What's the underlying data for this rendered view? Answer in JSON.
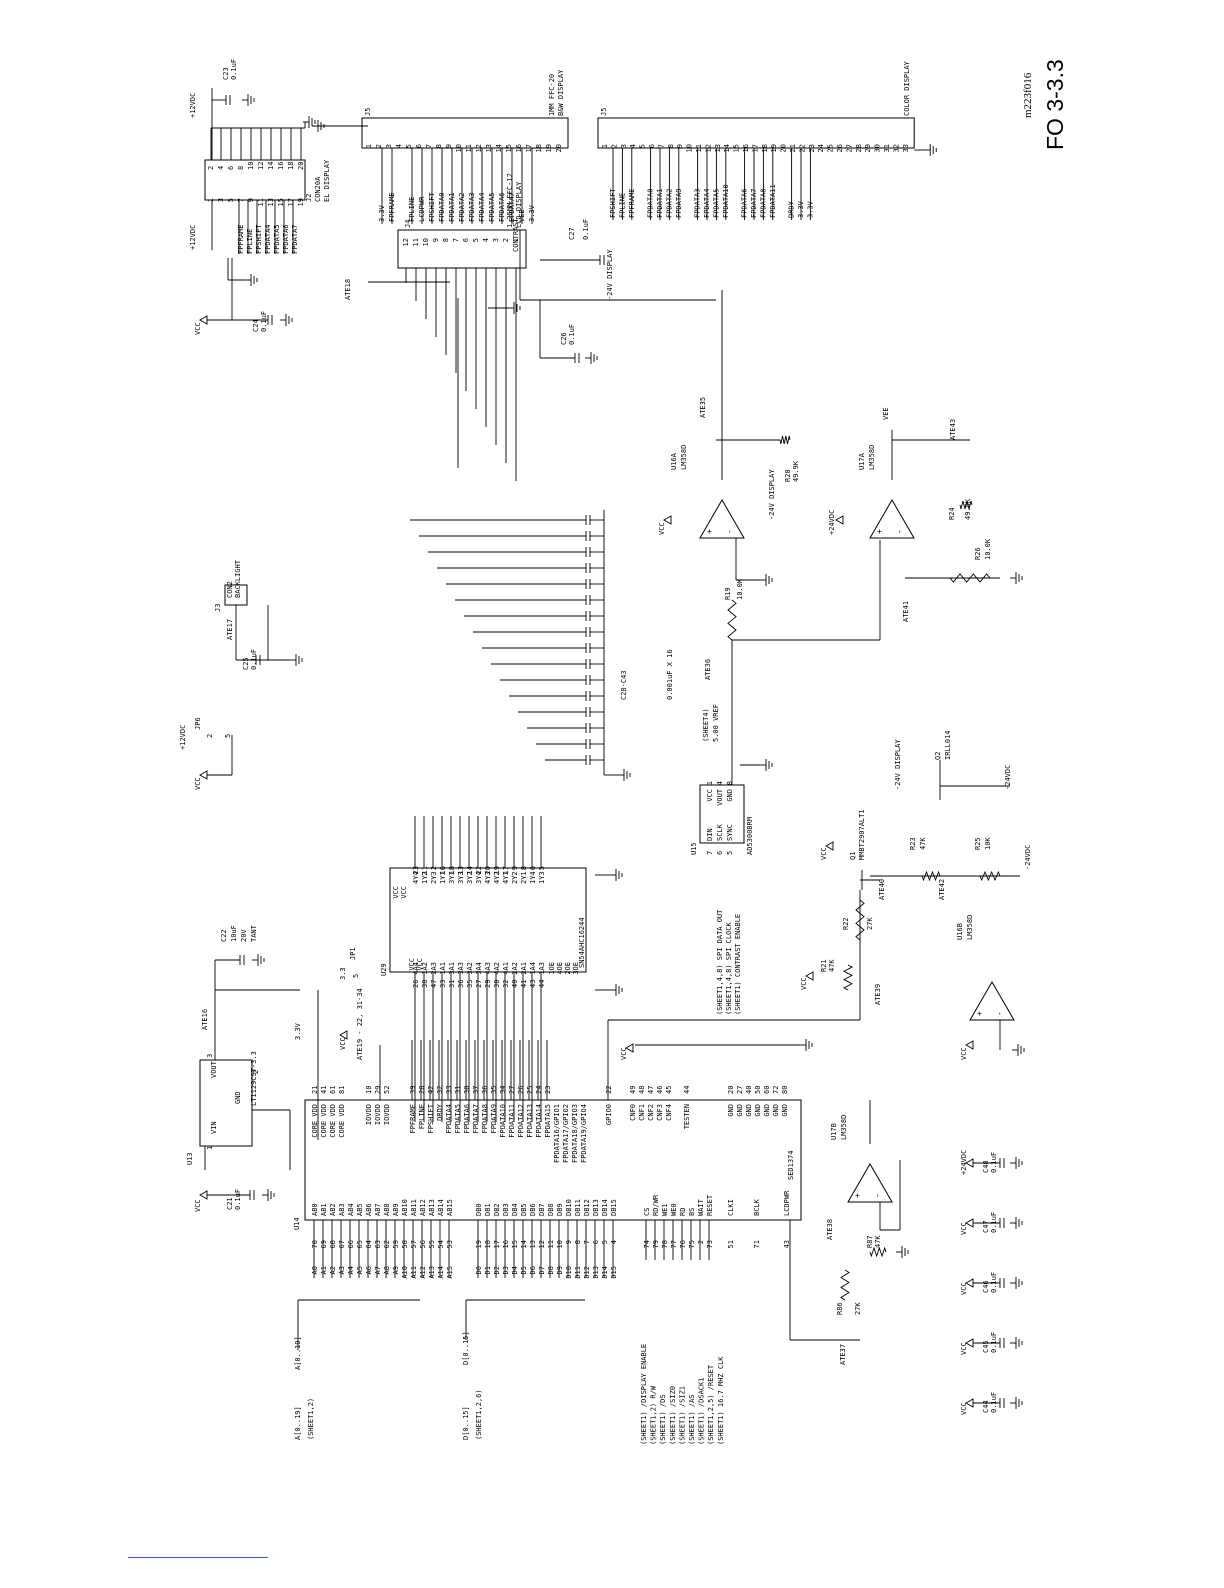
{
  "figure_id": "FO 3-3.3",
  "doc_id": "m223f016",
  "components": {
    "j2": {
      "ref": "J2",
      "part": "CON20A",
      "desc": "EL DISPLAY",
      "left_pins": [
        "1",
        "3",
        "5",
        "7",
        "9",
        "11",
        "13",
        "15",
        "17",
        "19"
      ],
      "right_pins": [
        "2",
        "4",
        "6",
        "8",
        "10",
        "12",
        "14",
        "16",
        "18",
        "20"
      ],
      "nets": [
        "FPFRAME",
        "FPLINE",
        "FPSHIFT",
        "FPDATA4",
        "FPDATA5",
        "FPDATA6",
        "FPDATA7"
      ]
    },
    "j5_bw": {
      "ref": "J5",
      "part": "1MM FFC-20",
      "desc": "B&W DISPLAY",
      "pins": [
        "1",
        "2",
        "3",
        "4",
        "5",
        "6",
        "7",
        "8",
        "9",
        "10",
        "11",
        "12",
        "13",
        "14",
        "15",
        "16",
        "17",
        "18",
        "19",
        "20"
      ],
      "nets": [
        "3.3V",
        "FPFRAME",
        "",
        "FPLINE",
        "LCDPWR",
        "FPSHIFT",
        "FPDATA0",
        "FPDATA1",
        "FPDATA2",
        "FPDATA3",
        "FPDATA4",
        "FPDATA5",
        "FPDATA6",
        "FPDATA7",
        "VEE",
        "3.3V"
      ]
    },
    "j5_color": {
      "ref": "J5",
      "desc": "COLOR DISPLAY",
      "pins": [
        "1",
        "2",
        "3",
        "4",
        "5",
        "6",
        "7",
        "8",
        "9",
        "10",
        "11",
        "12",
        "13",
        "14",
        "15",
        "16",
        "17",
        "18",
        "19",
        "20",
        "21",
        "22",
        "23",
        "24",
        "25",
        "26",
        "27",
        "28",
        "29",
        "30",
        "31",
        "32",
        "33"
      ],
      "nets": [
        "FPSHIFT",
        "FPLINE",
        "FPFRAME",
        "",
        "FPDATA0",
        "FPDATA1",
        "FPDATA2",
        "FPDATA9",
        "",
        "FPDATA3",
        "FPDATA4",
        "FPDATA5",
        "FPDATA10",
        "",
        "FPDATA6",
        "FPDATA7",
        "FPDATA8",
        "FPDATA11",
        "",
        "DRDY",
        "3.3V",
        "3.3V"
      ]
    },
    "j4": {
      "ref": "J4",
      "part": "1.25MM FFC-12",
      "desc": "LCD DISPLAY",
      "pins": [
        "12",
        "11",
        "10",
        "9",
        "8",
        "7",
        "6",
        "5",
        "4",
        "3",
        "2",
        "1"
      ],
      "contrast": "CONTRAST"
    },
    "j3": {
      "ref": "J3",
      "part": "CON2",
      "desc": "BACKLIGHT"
    },
    "jp6": {
      "ref": "JP6",
      "pins": [
        "1",
        "2"
      ],
      "extra": "5"
    },
    "jp1": {
      "ref": "JP1",
      "pins": [
        "3.3",
        "5"
      ]
    },
    "u13": {
      "ref": "U13",
      "part": "LT1129CST-3.3",
      "vin": "VIN",
      "vout": "VOUT",
      "gnd": "GND",
      "pin1": "1",
      "pin2": "2",
      "pin3": "3"
    },
    "u29": {
      "ref": "U29",
      "part": "SN54AHC16244",
      "vcc_pins": [
        "VCC",
        "VCC",
        "VCC",
        "VCC"
      ],
      "left_names": [
        "4A4",
        "1A2",
        "2A3",
        "1A1",
        "3A1",
        "3A3",
        "3A2",
        "3A4",
        "4A3",
        "4A2",
        "4A1",
        "2A2",
        "2A1",
        "1A4",
        "1A3"
      ],
      "left_nums": [
        "26",
        "38",
        "47",
        "33",
        "31",
        "36",
        "35",
        "27",
        "29",
        "30",
        "32",
        "40",
        "41",
        "43",
        "44"
      ],
      "right_names": [
        "4Y4",
        "1Y2",
        "2Y3",
        "1Y1",
        "3Y1",
        "3Y3",
        "3Y2",
        "3Y4",
        "4Y3",
        "4Y2",
        "4Y1",
        "2Y2",
        "2Y1",
        "1Y4",
        "1Y3"
      ],
      "right_nums": [
        "23",
        "11",
        "2",
        "16",
        "18",
        "13",
        "14",
        "22",
        "20",
        "19",
        "17",
        "9",
        "8",
        "6",
        "5"
      ],
      "oe": [
        "1OE",
        "4OE",
        "2OE",
        "3OE"
      ]
    },
    "u14": {
      "ref": "U14",
      "part": "SED1374",
      "addr": [
        "AB0",
        "AB1",
        "AB2",
        "AB3",
        "AB4",
        "AB5",
        "AB6",
        "AB7",
        "AB8",
        "AB9",
        "AB10",
        "AB11",
        "AB12",
        "AB13",
        "AB14",
        "AB15"
      ],
      "addr_in": [
        "A0",
        "A1",
        "A2",
        "A3",
        "A4",
        "A5",
        "A6",
        "A7",
        "A8",
        "A9",
        "A10",
        "A11",
        "A12",
        "A13",
        "A14",
        "A15"
      ],
      "addr_pins": [
        "70",
        "69",
        "68",
        "67",
        "66",
        "65",
        "64",
        "63",
        "62",
        "59",
        "58",
        "57",
        "56",
        "55",
        "54",
        "53"
      ],
      "data": [
        "DB0",
        "DB1",
        "DB2",
        "DB3",
        "DB4",
        "DB5",
        "DB6",
        "DB7",
        "DB8",
        "DB9",
        "DB10",
        "DB11",
        "DB12",
        "DB13",
        "DB14",
        "DB15"
      ],
      "data_in": [
        "D0",
        "D1",
        "D2",
        "D3",
        "D4",
        "D5",
        "D6",
        "D7",
        "D8",
        "D9",
        "D10",
        "D11",
        "D12",
        "D13",
        "D14",
        "D15"
      ],
      "data_pins": [
        "19",
        "18",
        "17",
        "16",
        "15",
        "14",
        "13",
        "12",
        "11",
        "10",
        "9",
        "8",
        "7",
        "6",
        "5",
        "4"
      ],
      "ctrl": [
        "CS",
        "RD/WR",
        "WE1",
        "WE0",
        "RD",
        "BS",
        "WAIT",
        "RESET"
      ],
      "ctrl_pins": [
        "74",
        "79",
        "78",
        "77",
        "76",
        "75",
        "2",
        "73"
      ],
      "clk": "CLKI",
      "clk_pin": "51",
      "bclk": "BCLK",
      "bclk_pin": "71",
      "lcdpwr": "LCDPWR",
      "lcdpwr_pin": "43",
      "core": [
        "CORE VDD",
        "CORE VDD",
        "CORE VDD",
        "CORE VDD"
      ],
      "core_pins": [
        "21",
        "41",
        "61",
        "81"
      ],
      "io": [
        "IOVDD",
        "IOVDD",
        "IOVDD"
      ],
      "io_pins": [
        "10",
        "29",
        "52"
      ],
      "fp": [
        "FPFRAME",
        "FPLINE",
        "FPSHIFT",
        "DRDY",
        "FPDATA4",
        "FPDATA5",
        "FPDATA6",
        "FPDATA7",
        "FPDATA8",
        "FPDATA9",
        "FPDATA10",
        "FPDATA11",
        "FPDATA12",
        "FPDATA13",
        "FPDATA14",
        "FPDATA15",
        "FPDATA16/GPIO1",
        "FPDATA17/GPIO2",
        "FPDATA18/GPIO3",
        "FPDATA19/GPIO4"
      ],
      "fp_pins": [
        "39",
        "28",
        "42",
        "32",
        "33",
        "31",
        "30",
        "37",
        "36",
        "35",
        "34",
        "27",
        "26",
        "25",
        "24",
        "23"
      ],
      "gpio": "GPIO0",
      "gpio_pin": "22",
      "cnf": [
        "CNF0",
        "CNF1",
        "CNF2",
        "CNF3",
        "CNF4"
      ],
      "cnf_pins": [
        "49",
        "48",
        "47",
        "46",
        "45"
      ],
      "testen": "TESTEN",
      "testen_pin": "44",
      "gnd": [
        "GND",
        "GND",
        "GND",
        "GND",
        "GND",
        "GND",
        "GND"
      ],
      "gnd_pins": [
        "20",
        "27",
        "40",
        "50",
        "60",
        "72",
        "80"
      ]
    },
    "u15": {
      "ref": "U15",
      "part": "AD5300BRM",
      "pins_l": [
        "DIN",
        "SCLK",
        "SYNC"
      ],
      "pins_r": [
        "VCC",
        "VOUT",
        "GND"
      ],
      "nums_l": [
        "7",
        "6",
        "5"
      ],
      "nums_r": [
        "1",
        "4",
        "8"
      ]
    },
    "u16a": {
      "ref": "U16A",
      "part": "LM358D"
    },
    "u17a": {
      "ref": "U17A",
      "part": "LM358D"
    },
    "u16b": {
      "ref": "U16B",
      "part": "LM358D"
    },
    "u17b": {
      "ref": "U17B",
      "part": "LM358D"
    },
    "q1": {
      "ref": "Q1",
      "part": "MMBT2907ALT1"
    },
    "q2": {
      "ref": "Q2",
      "part": "IRLL014"
    }
  },
  "caps": [
    {
      "ref": "C23",
      "value": "0.1uF"
    },
    {
      "ref": "C24",
      "value": "0.1uF"
    },
    {
      "ref": "C25",
      "value": "0.1uF"
    },
    {
      "ref": "C26",
      "value": "0.1uF"
    },
    {
      "ref": "C27",
      "value": "0.1uF"
    },
    {
      "ref": "C21",
      "value": "0.1uF"
    },
    {
      "ref": "C22",
      "value": "10uF",
      "v": "20V",
      "t": "TANT"
    },
    {
      "ref": "C44",
      "value": "0.1uF"
    },
    {
      "ref": "C45",
      "value": "0.1uF"
    },
    {
      "ref": "C46",
      "value": "0.1uF"
    },
    {
      "ref": "C47",
      "value": "0.1uF"
    },
    {
      "ref": "C48",
      "value": "0.1uF"
    }
  ],
  "cap_bank": {
    "ref": "C28-C43",
    "note": "0.001uF X 16"
  },
  "resistors": {
    "r20": {
      "ref": "R20",
      "value": "49.9K"
    },
    "r24": {
      "ref": "R24",
      "value": "49.9K"
    },
    "r26": {
      "ref": "R26",
      "value": "10.0K"
    },
    "r19": {
      "ref": "R19",
      "value": "10.0K"
    },
    "r21": {
      "ref": "R21",
      "value": "47K"
    },
    "r22": {
      "ref": "R22",
      "value": "27K"
    },
    "r23": {
      "ref": "R23",
      "value": "47K"
    },
    "r25": {
      "ref": "R25",
      "value": "10K"
    },
    "r86": {
      "ref": "R86",
      "value": "27K"
    },
    "r87": {
      "ref": "R87",
      "value": "47K"
    }
  },
  "tests": [
    "ATE16",
    "ATE17",
    "ATE18",
    "ATE19 - 22, 31-34",
    "ATE35",
    "ATE36",
    "ATE37",
    "ATE38",
    "ATE39",
    "ATE40",
    "ATE41",
    "ATE42",
    "ATE43"
  ],
  "rails": {
    "vcc": "VCC",
    "v12": "+12VDC",
    "v33": "3.3V",
    "v24": "+24VDC",
    "vn24": "-24VDC",
    "vn24d": "-24V DISPLAY",
    "vee": "VEE",
    "vref": "5.00 VREF",
    "sheet4": "(SHEET4)"
  },
  "buses": {
    "addr": "A[0..19]",
    "addr_out": "A[0..19]",
    "addr_sheet": "(SHEET1,2)",
    "data": "D[0..15]",
    "data_out": "D[0..15]",
    "data_sheet": "(SHEET1,2,6)"
  },
  "ctrl_signals": [
    "(SHEET1) /DISPLAY ENABLE",
    "(SHEET1,2) R/W",
    "(SHEET1) /DS",
    "(SHEET1) /SIZ0",
    "(SHEET1) /SIZ1",
    "(SHEET1) /AS",
    "(SHEET1) /DSACK1",
    "(SHEET1,2,5) /RESET",
    "(SHEET1) 16.7 MHZ CLK"
  ],
  "spi_signals": [
    "(SHEET1,4,8) SPI DATA OUT",
    "(SHEET1,4,8) SPI CLOCK",
    "(SHEET1) CONTRAST ENABLE"
  ]
}
